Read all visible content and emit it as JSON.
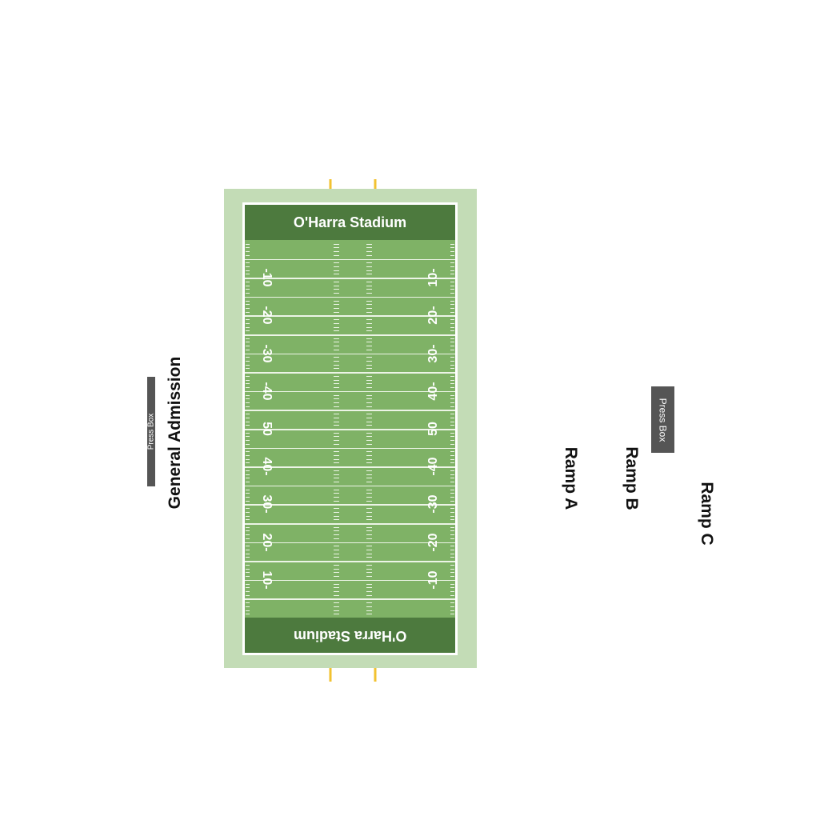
{
  "stadium": {
    "name": "O'Harra Stadium"
  },
  "field": {
    "yard_numbers_left": [
      "-10",
      "-20",
      "-30",
      "-40",
      "50",
      "40-",
      "30-",
      "20-",
      "10-"
    ],
    "yard_numbers_right": [
      "10-",
      "20-",
      "30-",
      "40-",
      "50",
      "-40",
      "-30",
      "-20",
      "-10"
    ]
  },
  "sections": {
    "general_admission": "General Admission",
    "ramp_a": "Ramp A",
    "ramp_b": "Ramp B",
    "ramp_c": "Ramp C"
  },
  "press_box": {
    "label": "Press Box"
  },
  "colors": {
    "surround": "#c3dcb6",
    "endzone": "#4d7a3e",
    "turf": "#7fb266",
    "goalpost": "#f2c230",
    "press_box": "#555555"
  }
}
